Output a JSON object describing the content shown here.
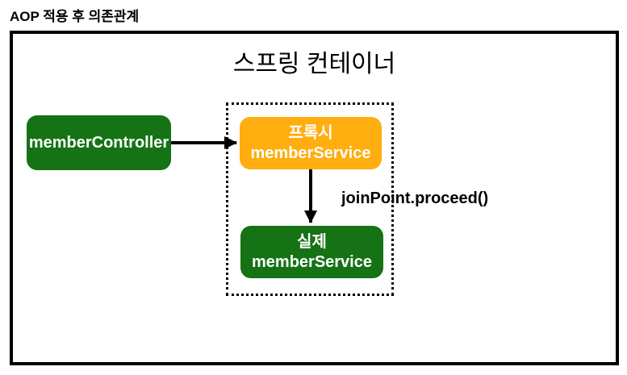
{
  "page": {
    "title": "AOP 적용 후 의존관계"
  },
  "diagram": {
    "container_label": "스프링 컨테이너",
    "nodes": {
      "member_controller": {
        "label": "memberController",
        "color": "#157315",
        "text_color": "#FFFFFF"
      },
      "proxy_member_service": {
        "line1": "프록시",
        "line2": "memberService",
        "color": "#FFAD0F",
        "text_color": "#FFFFFF"
      },
      "real_member_service": {
        "line1": "실제",
        "line2": "memberService",
        "color": "#157315",
        "text_color": "#FFFFFF"
      }
    },
    "edge_label": "joinPoint.proceed()",
    "colors": {
      "outer_border": "#000000",
      "dotted_border": "#000000",
      "arrow": "#000000",
      "background": "#FFFFFF"
    }
  }
}
